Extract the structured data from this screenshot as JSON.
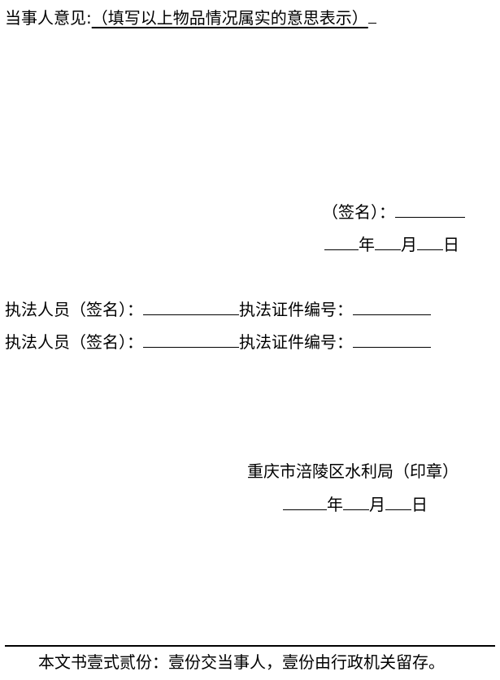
{
  "opinion": {
    "label": "当事人意见:",
    "hint": "（填写以上物品情况属实的意思表示）"
  },
  "party_sign": {
    "label": "（签名）：",
    "year": "年",
    "month": "月",
    "day": "日"
  },
  "officers": [
    {
      "label": "执法人员（签名）：",
      "cert_label": "执法证件编号："
    },
    {
      "label": "执法人员（签名）：",
      "cert_label": "执法证件编号："
    }
  ],
  "agency": {
    "name": "重庆市涪陵区水利局（印章）",
    "year": "年",
    "month": "月",
    "day": "日"
  },
  "footer": {
    "note": "本文书壹式贰份：壹份交当事人，壹份由行政机关留存。"
  }
}
